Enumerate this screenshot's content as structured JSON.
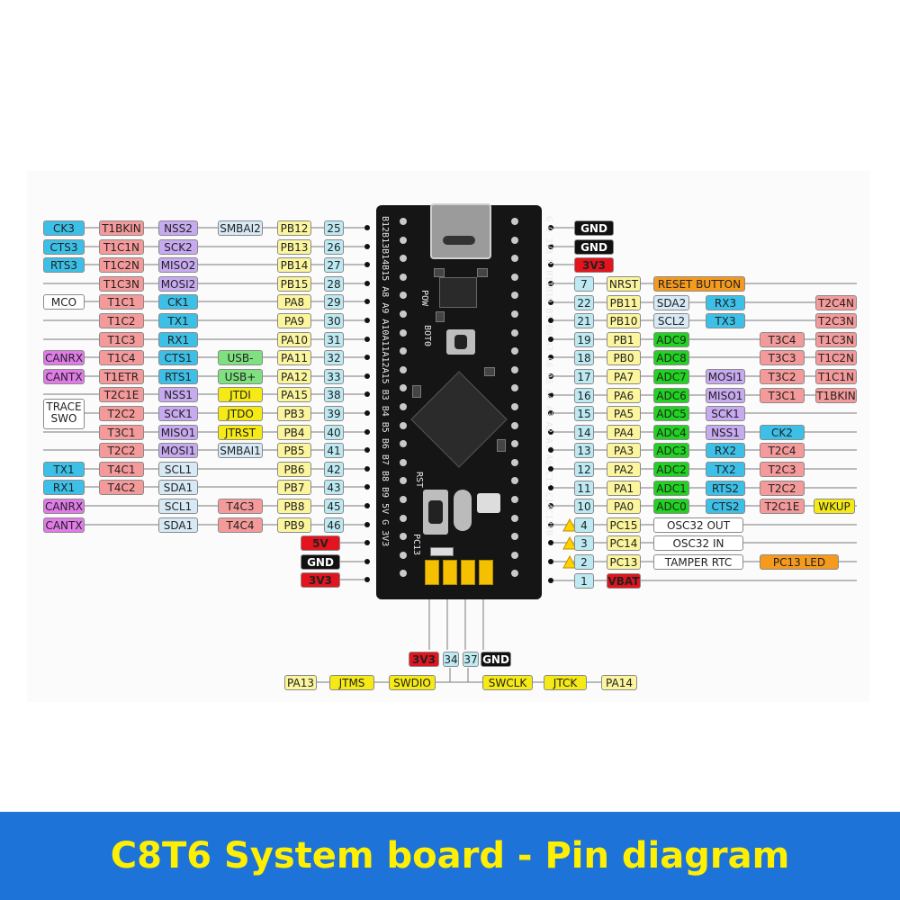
{
  "title": "C8T6 System board - Pin diagram",
  "colors": {
    "banner": "#1e73d8",
    "title": "#ffef00",
    "pin_number": "#bde9f2",
    "port": "#fbf59e",
    "timer": "#f59a9a",
    "spi": "#c7aaf0",
    "uart": "#3cc0e8",
    "can": "#e07be8",
    "usb_green": "#7ee07e",
    "jtag_yellow": "#f5ea16",
    "i2c_light": "#d6e9f5",
    "adc_green": "#21d321",
    "power_red": "#e3141e",
    "gnd_black": "#111111",
    "orange": "#f59a1c",
    "plain": "#ffffff"
  },
  "board_labels": {
    "top_left": "B12B13B14B15 A8 A9 A10A11A12A15 B3 B4 B5 B6 B7 B8 B9 5V G 3V3",
    "top_right": "G G 3V3 R B11B10 B1 B0 A7 A6 A5 A4 A3 A2 A1 A0 C15 C14C13VB",
    "pow": "POW",
    "boot": "BOT0",
    "rst": "RST",
    "pc13": "PC13"
  },
  "left_rows": [
    {
      "pin": "25",
      "port": "PB12",
      "cells": [
        [
          "CK3",
          "uart"
        ],
        [
          "T1BKIN",
          "timer"
        ],
        [
          "NSS2",
          "spi"
        ],
        [
          "SMBAI2",
          "i2c_light"
        ]
      ]
    },
    {
      "pin": "26",
      "port": "PB13",
      "cells": [
        [
          "CTS3",
          "uart"
        ],
        [
          "T1C1N",
          "timer"
        ],
        [
          "SCK2",
          "spi"
        ],
        [
          "",
          ""
        ]
      ]
    },
    {
      "pin": "27",
      "port": "PB14",
      "cells": [
        [
          "RTS3",
          "uart"
        ],
        [
          "T1C2N",
          "timer"
        ],
        [
          "MISO2",
          "spi"
        ],
        [
          "",
          ""
        ]
      ]
    },
    {
      "pin": "28",
      "port": "PB15",
      "cells": [
        [
          "",
          ""
        ],
        [
          "T1C3N",
          "timer"
        ],
        [
          "MOSI2",
          "spi"
        ],
        [
          "",
          ""
        ]
      ]
    },
    {
      "pin": "29",
      "port": "PA8",
      "cells": [
        [
          "MCO",
          "plain"
        ],
        [
          "T1C1",
          "timer"
        ],
        [
          "CK1",
          "uart"
        ],
        [
          "",
          ""
        ]
      ]
    },
    {
      "pin": "30",
      "port": "PA9",
      "cells": [
        [
          "",
          ""
        ],
        [
          "T1C2",
          "timer"
        ],
        [
          "TX1",
          "uart"
        ],
        [
          "",
          ""
        ]
      ]
    },
    {
      "pin": "31",
      "port": "PA10",
      "cells": [
        [
          "",
          ""
        ],
        [
          "T1C3",
          "timer"
        ],
        [
          "RX1",
          "uart"
        ],
        [
          "",
          ""
        ]
      ]
    },
    {
      "pin": "32",
      "port": "PA11",
      "cells": [
        [
          "CANRX",
          "can"
        ],
        [
          "T1C4",
          "timer"
        ],
        [
          "CTS1",
          "uart"
        ],
        [
          "USB-",
          "usb_green"
        ]
      ]
    },
    {
      "pin": "33",
      "port": "PA12",
      "cells": [
        [
          "CANTX",
          "can"
        ],
        [
          "T1ETR",
          "timer"
        ],
        [
          "RTS1",
          "uart"
        ],
        [
          "USB+",
          "usb_green"
        ]
      ]
    },
    {
      "pin": "38",
      "port": "PA15",
      "cells": [
        [
          "",
          ""
        ],
        [
          "T2C1E",
          "timer"
        ],
        [
          "NSS1",
          "spi"
        ],
        [
          "JTDI",
          "jtag_yellow"
        ]
      ]
    },
    {
      "pin": "39",
      "port": "PB3",
      "cells": [
        [
          "TRACE SWO",
          "plain"
        ],
        [
          "T2C2",
          "timer"
        ],
        [
          "SCK1",
          "spi"
        ],
        [
          "JTDO",
          "jtag_yellow"
        ]
      ]
    },
    {
      "pin": "40",
      "port": "PB4",
      "cells": [
        [
          "",
          ""
        ],
        [
          "T3C1",
          "timer"
        ],
        [
          "MISO1",
          "spi"
        ],
        [
          "JTRST",
          "jtag_yellow"
        ]
      ]
    },
    {
      "pin": "41",
      "port": "PB5",
      "cells": [
        [
          "",
          ""
        ],
        [
          "T2C2",
          "timer"
        ],
        [
          "MOSI1",
          "spi"
        ],
        [
          "SMBAI1",
          "i2c_light"
        ]
      ]
    },
    {
      "pin": "42",
      "port": "PB6",
      "cells": [
        [
          "TX1",
          "uart"
        ],
        [
          "T4C1",
          "timer"
        ],
        [
          "SCL1",
          "i2c_light"
        ],
        [
          "",
          ""
        ]
      ]
    },
    {
      "pin": "43",
      "port": "PB7",
      "cells": [
        [
          "RX1",
          "uart"
        ],
        [
          "T4C2",
          "timer"
        ],
        [
          "SDA1",
          "i2c_light"
        ],
        [
          "",
          ""
        ]
      ]
    },
    {
      "pin": "45",
      "port": "PB8",
      "cells": [
        [
          "CANRX",
          "can"
        ],
        [
          "",
          ""
        ],
        [
          "SCL1",
          "i2c_light"
        ],
        [
          "T4C3",
          "timer"
        ]
      ]
    },
    {
      "pin": "46",
      "port": "PB9",
      "cells": [
        [
          "CANTX",
          "can"
        ],
        [
          "",
          ""
        ],
        [
          "SDA1",
          "i2c_light"
        ],
        [
          "T4C4",
          "timer"
        ]
      ]
    }
  ],
  "left_power": [
    {
      "label": "5V",
      "kind": "power_red"
    },
    {
      "label": "GND",
      "kind": "gnd_black"
    },
    {
      "label": "3V3",
      "kind": "power_red"
    }
  ],
  "right_power": [
    {
      "label": "GND",
      "kind": "gnd_black"
    },
    {
      "label": "GND",
      "kind": "gnd_black"
    },
    {
      "label": "3V3",
      "kind": "power_red"
    }
  ],
  "right_rows": [
    {
      "pin": "7",
      "port": "NRST",
      "cells": [
        [
          "RESET BUTTON",
          "orange"
        ],
        [
          "",
          ""
        ],
        [
          "",
          ""
        ],
        [
          "",
          ""
        ]
      ]
    },
    {
      "pin": "22",
      "port": "PB11",
      "cells": [
        [
          "SDA2",
          "i2c_light"
        ],
        [
          "RX3",
          "uart"
        ],
        [
          "",
          ""
        ],
        [
          "T2C4N",
          "timer"
        ]
      ]
    },
    {
      "pin": "21",
      "port": "PB10",
      "cells": [
        [
          "SCL2",
          "i2c_light"
        ],
        [
          "TX3",
          "uart"
        ],
        [
          "",
          ""
        ],
        [
          "T2C3N",
          "timer"
        ]
      ]
    },
    {
      "pin": "19",
      "port": "PB1",
      "cells": [
        [
          "ADC9",
          "adc_green"
        ],
        [
          "",
          ""
        ],
        [
          "T3C4",
          "timer"
        ],
        [
          "T1C3N",
          "timer"
        ]
      ]
    },
    {
      "pin": "18",
      "port": "PB0",
      "cells": [
        [
          "ADC8",
          "adc_green"
        ],
        [
          "",
          ""
        ],
        [
          "T3C3",
          "timer"
        ],
        [
          "T1C2N",
          "timer"
        ]
      ]
    },
    {
      "pin": "17",
      "port": "PA7",
      "cells": [
        [
          "ADC7",
          "adc_green"
        ],
        [
          "MOSI1",
          "spi"
        ],
        [
          "T3C2",
          "timer"
        ],
        [
          "T1C1N",
          "timer"
        ]
      ]
    },
    {
      "pin": "16",
      "port": "PA6",
      "cells": [
        [
          "ADC6",
          "adc_green"
        ],
        [
          "MISO1",
          "spi"
        ],
        [
          "T3C1",
          "timer"
        ],
        [
          "T1BKIN",
          "timer"
        ]
      ]
    },
    {
      "pin": "15",
      "port": "PA5",
      "cells": [
        [
          "ADC5",
          "adc_green"
        ],
        [
          "SCK1",
          "spi"
        ],
        [
          "",
          ""
        ],
        [
          "",
          ""
        ]
      ]
    },
    {
      "pin": "14",
      "port": "PA4",
      "cells": [
        [
          "ADC4",
          "adc_green"
        ],
        [
          "NSS1",
          "spi"
        ],
        [
          "CK2",
          "uart"
        ],
        [
          "",
          ""
        ]
      ]
    },
    {
      "pin": "13",
      "port": "PA3",
      "cells": [
        [
          "ADC3",
          "adc_green"
        ],
        [
          "RX2",
          "uart"
        ],
        [
          "T2C4",
          "timer"
        ],
        [
          "",
          ""
        ]
      ]
    },
    {
      "pin": "12",
      "port": "PA2",
      "cells": [
        [
          "ADC2",
          "adc_green"
        ],
        [
          "TX2",
          "uart"
        ],
        [
          "T2C3",
          "timer"
        ],
        [
          "",
          ""
        ]
      ]
    },
    {
      "pin": "11",
      "port": "PA1",
      "cells": [
        [
          "ADC1",
          "adc_green"
        ],
        [
          "RTS2",
          "uart"
        ],
        [
          "T2C2",
          "timer"
        ],
        [
          "",
          ""
        ]
      ]
    },
    {
      "pin": "10",
      "port": "PA0",
      "cells": [
        [
          "ADC0",
          "adc_green"
        ],
        [
          "CTS2",
          "uart"
        ],
        [
          "T2C1E",
          "timer"
        ],
        [
          "WKUP",
          "jtag_yellow"
        ]
      ]
    },
    {
      "pin": "4",
      "port": "PC15",
      "cells": [
        [
          "OSC32 OUT",
          "plain"
        ],
        [
          "",
          ""
        ],
        [
          "",
          ""
        ],
        [
          "",
          ""
        ]
      ],
      "warn": true
    },
    {
      "pin": "3",
      "port": "PC14",
      "cells": [
        [
          "OSC32 IN",
          "plain"
        ],
        [
          "",
          ""
        ],
        [
          "",
          ""
        ],
        [
          "",
          ""
        ]
      ],
      "warn": true
    },
    {
      "pin": "2",
      "port": "PC13",
      "cells": [
        [
          "TAMPER RTC",
          "plain"
        ],
        [
          "",
          ""
        ],
        [
          "PC13 LED",
          "orange"
        ],
        [
          "",
          ""
        ]
      ],
      "warn": true
    },
    {
      "pin": "1",
      "port": "VBAT",
      "cells": [
        [
          "",
          ""
        ],
        [
          "",
          ""
        ],
        [
          "",
          ""
        ],
        [
          "",
          ""
        ]
      ],
      "port_kind": "power_red"
    }
  ],
  "swd_header": [
    {
      "label": "3V3",
      "kind": "power_red"
    },
    {
      "label": "34",
      "kind": "pin_number"
    },
    {
      "label": "37",
      "kind": "pin_number"
    },
    {
      "label": "GND",
      "kind": "gnd_black"
    }
  ],
  "swd_left": [
    {
      "label": "PA13",
      "kind": "port"
    },
    {
      "label": "JTMS",
      "kind": "jtag_yellow"
    },
    {
      "label": "SWDIO",
      "kind": "jtag_yellow"
    }
  ],
  "swd_right": [
    {
      "label": "SWCLK",
      "kind": "jtag_yellow"
    },
    {
      "label": "JTCK",
      "kind": "jtag_yellow"
    },
    {
      "label": "PA14",
      "kind": "port"
    }
  ]
}
